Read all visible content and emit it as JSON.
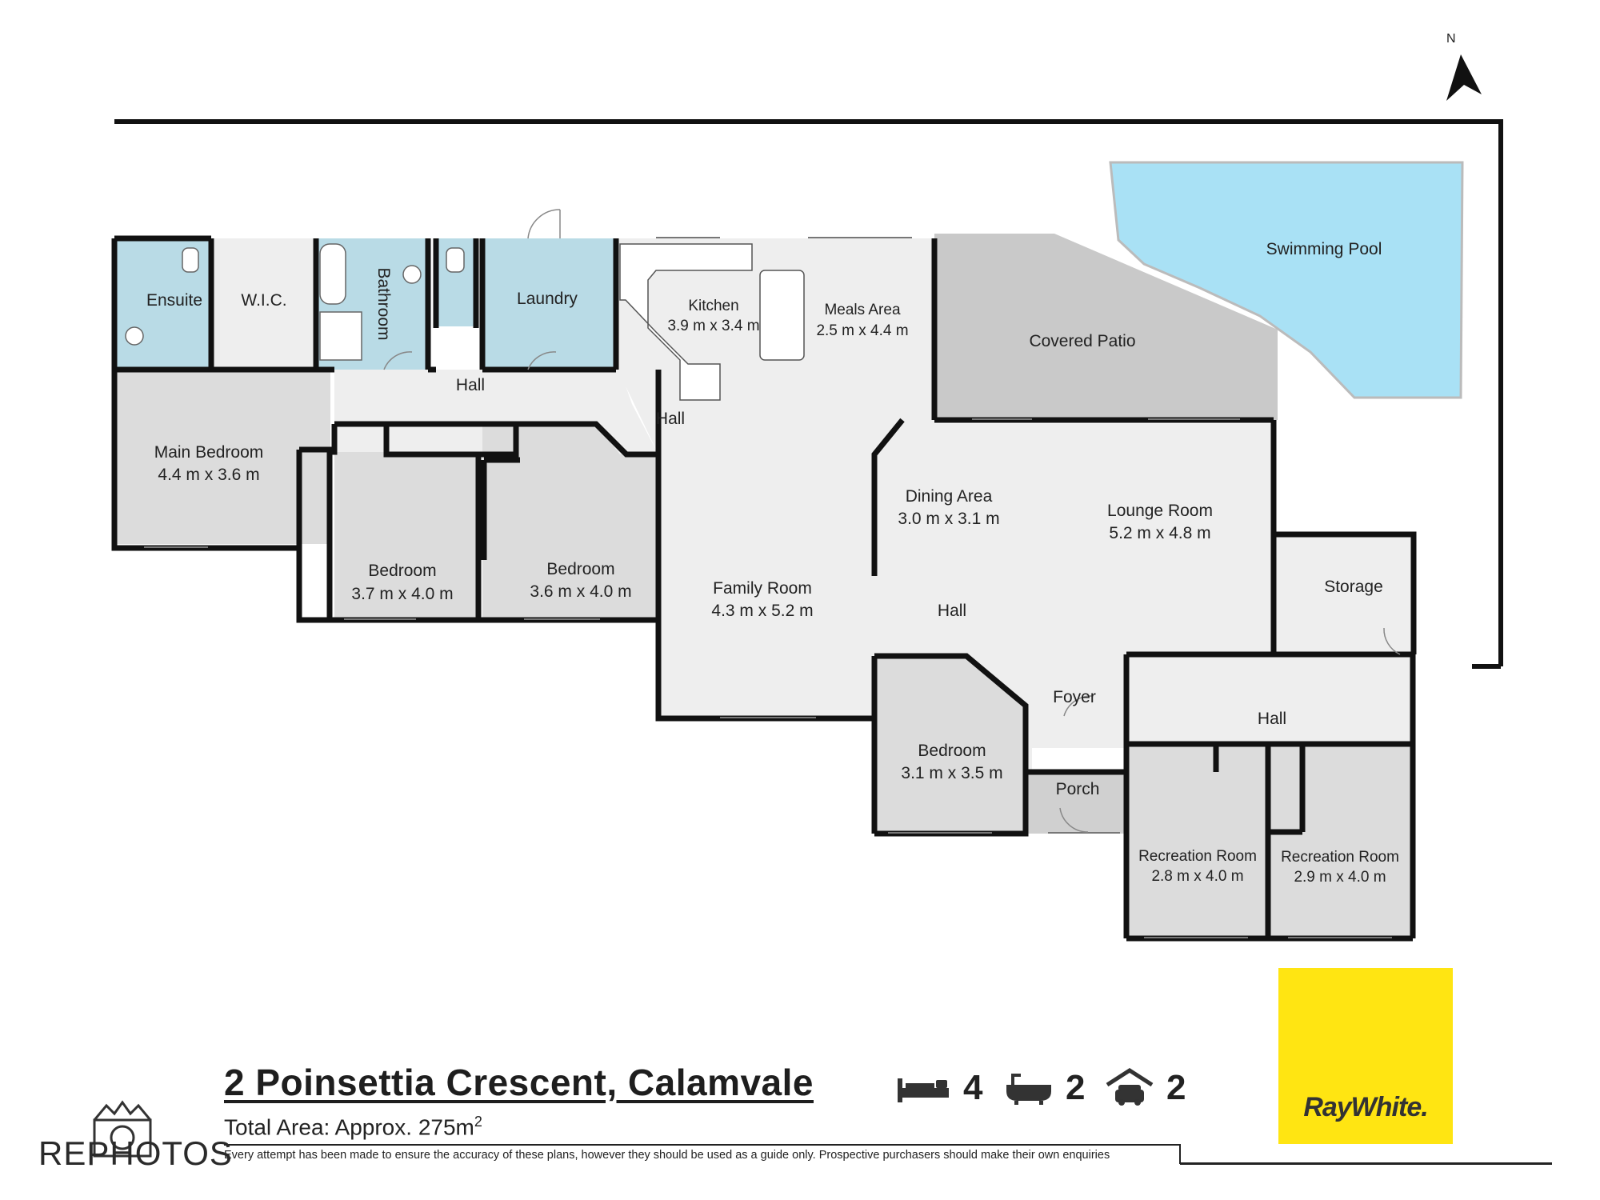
{
  "plan": {
    "north_label": "N",
    "rooms": {
      "ensuite": "Ensuite",
      "wic": "W.I.C.",
      "bathroom": "Bathroom",
      "laundry": "Laundry",
      "kitchen": "Kitchen",
      "kitchen_dim": "3.9 m x 3.4 m",
      "meals": "Meals Area",
      "meals_dim": "2.5 m x 4.4 m",
      "covered_patio": "Covered Patio",
      "pool": "Swimming Pool",
      "hall_1": "Hall",
      "hall_2": "Hall",
      "hall_3": "Hall",
      "hall_4": "Hall",
      "main_bedroom": "Main Bedroom",
      "main_bedroom_dim": "4.4 m x 3.6 m",
      "bedroom_2": "Bedroom",
      "bedroom_2_dim": "3.7 m x 4.0 m",
      "bedroom_3": "Bedroom",
      "bedroom_3_dim": "3.6 m x 4.0 m",
      "family": "Family Room",
      "family_dim": "4.3 m x 5.2 m",
      "dining": "Dining Area",
      "dining_dim": "3.0 m x 3.1 m",
      "lounge": "Lounge Room",
      "lounge_dim": "5.2 m x 4.8 m",
      "storage": "Storage",
      "foyer": "Foyer",
      "bedroom_4": "Bedroom",
      "bedroom_4_dim": "3.1 m x 3.5 m",
      "porch": "Porch",
      "rec_1": "Recreation Room",
      "rec_1_dim": "2.8 m x 4.0 m",
      "rec_2": "Recreation Room",
      "rec_2_dim": "2.9 m x 4.0 m"
    },
    "colors": {
      "wet_area": "#b9dbe6",
      "floor_light": "#eeeeee",
      "floor_dark": "#dcdcdc",
      "patio": "#c9c9c9",
      "pool": "#a9e1f5",
      "wall": "#111111"
    }
  },
  "footer": {
    "address": "2 Poinsettia Crescent, Calamvale",
    "area_prefix": "Total Area: Approx. 275m",
    "area_sup": "2",
    "disclaimer": "Every attempt has been made to ensure the accuracy of these plans, however they should be used as a guide only.  Prospective purchasers should make their own enquiries",
    "bedrooms": "4",
    "bathrooms": "2",
    "garages": "2",
    "icons": [
      "bed-icon",
      "bathtub-icon",
      "garage-car-icon"
    ]
  },
  "branding": {
    "agency": "RayWhite.",
    "agency_color": "#ffe512",
    "studio": "REPHOTOS"
  }
}
